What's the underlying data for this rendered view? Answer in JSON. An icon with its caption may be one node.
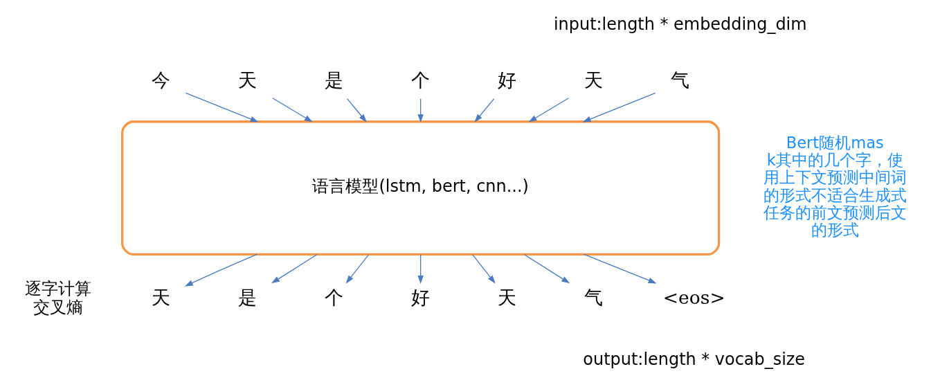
{
  "diagram": {
    "nodes": [
      {
        "text": [
          "今"
        ]
      },
      {
        "text": [
          "天"
        ]
      },
      {
        "text": [
          "是"
        ]
      },
      {
        "text": [
          "个"
        ]
      },
      {
        "text": [
          "好"
        ]
      },
      {
        "text": [
          "天"
        ]
      },
      {
        "text": [
          "气"
        ]
      },
      {
        "text": [
          "语言模型(lstm, bert, cnn...)"
        ]
      },
      {
        "text": [
          "天"
        ]
      },
      {
        "text": [
          "是"
        ]
      },
      {
        "text": [
          "个"
        ]
      },
      {
        "text": [
          "好"
        ]
      },
      {
        "text": [
          "天"
        ]
      },
      {
        "text": [
          "气"
        ]
      },
      {
        "text": [
          "<eos>"
        ]
      }
    ],
    "edges": [
      {
        "from": 0,
        "to": 7,
        "arrow": "to"
      },
      {
        "from": 1,
        "to": 7,
        "arrow": "to"
      },
      {
        "from": 2,
        "to": 7,
        "arrow": "to"
      },
      {
        "from": 3,
        "to": 7,
        "arrow": "to"
      },
      {
        "from": 4,
        "to": 7,
        "arrow": "to"
      },
      {
        "from": 5,
        "to": 7,
        "arrow": "to"
      },
      {
        "from": 6,
        "to": 7,
        "arrow": "to"
      },
      {
        "from": 7,
        "to": 8,
        "arrow": "to"
      },
      {
        "from": 7,
        "to": 9,
        "arrow": "to"
      },
      {
        "from": 7,
        "to": 10,
        "arrow": "to"
      },
      {
        "from": 7,
        "to": 11,
        "arrow": "to"
      },
      {
        "from": 7,
        "to": 12,
        "arrow": "to"
      },
      {
        "from": 7,
        "to": 13,
        "arrow": "to"
      },
      {
        "from": 7,
        "to": 14,
        "arrow": "to"
      }
    ],
    "labels": [
      "input:length * embedding_dim",
      "Bert随机mask其中的几个字，使用上下文预测中间词的形式不适合生成式任务的前文预测后文的形式",
      "逐字计算交叉熵",
      "output:length * vocab_size"
    ]
  }
}
